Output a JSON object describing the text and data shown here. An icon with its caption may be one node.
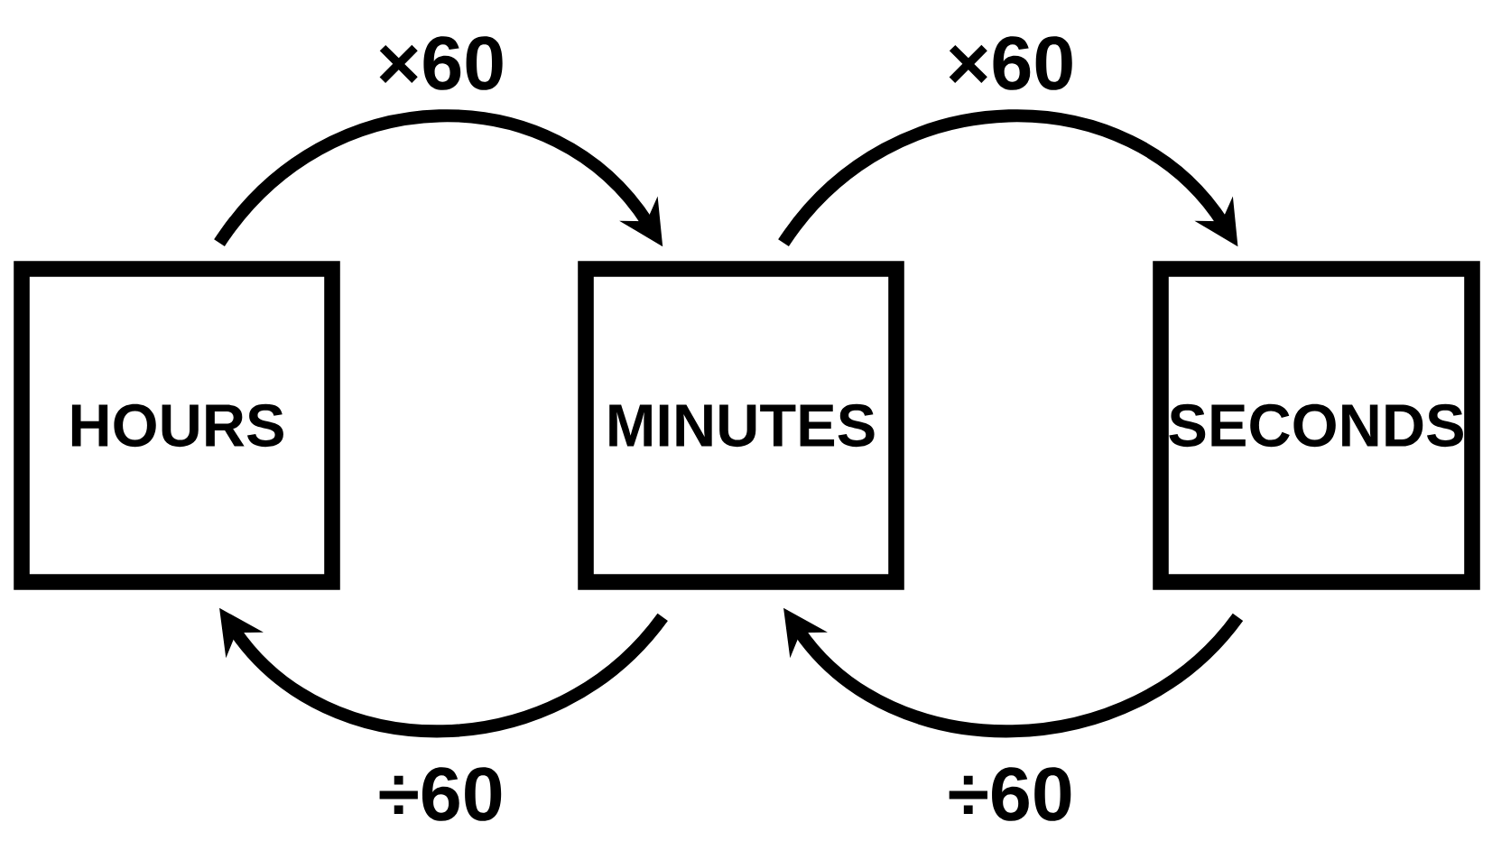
{
  "diagram": {
    "nodes": [
      {
        "text": [
          "HOURS"
        ]
      },
      {
        "text": [
          "MINUTES"
        ]
      },
      {
        "text": [
          "SECONDS"
        ]
      }
    ],
    "edges": [
      {
        "from": 0,
        "to": 1,
        "arrow": "to",
        "label": "×60"
      },
      {
        "from": 1,
        "to": 2,
        "arrow": "to",
        "label": "×60"
      },
      {
        "from": 1,
        "to": 0,
        "arrow": "to",
        "label": "÷60"
      },
      {
        "from": 2,
        "to": 1,
        "arrow": "to",
        "label": "÷60"
      }
    ]
  }
}
